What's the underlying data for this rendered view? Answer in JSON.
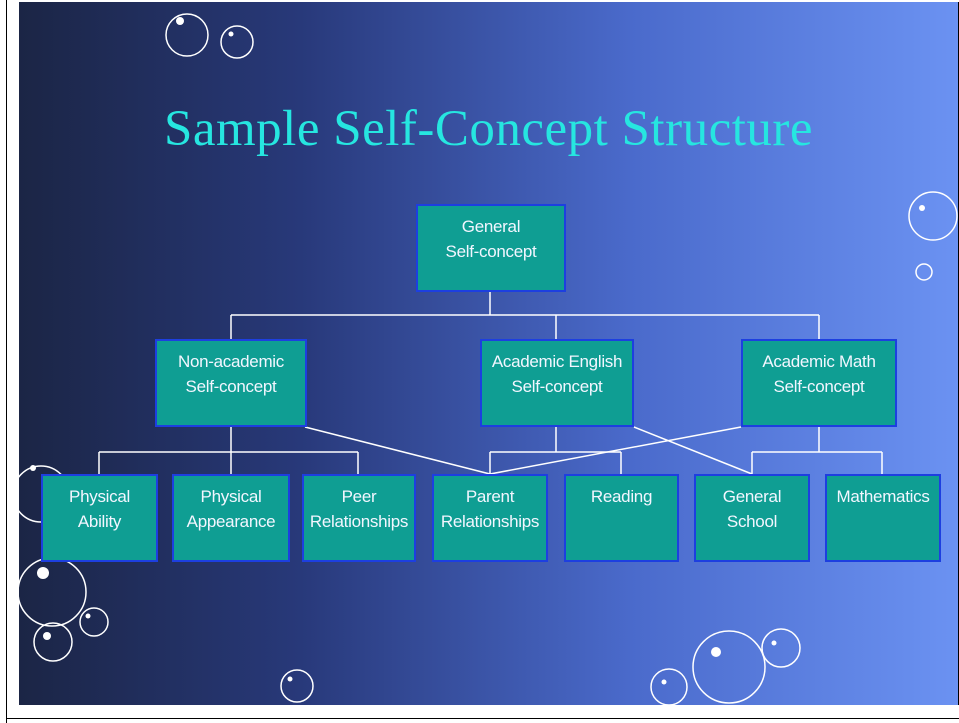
{
  "title": "Sample Self-Concept Structure",
  "diagram": {
    "root": {
      "line1": "General",
      "line2": "Self-concept"
    },
    "level2": [
      {
        "line1": "Non-academic",
        "line2": "Self-concept"
      },
      {
        "line1": "Academic English",
        "line2": "Self-concept"
      },
      {
        "line1": "Academic Math",
        "line2": "Self-concept"
      }
    ],
    "level3": [
      {
        "line1": "Physical",
        "line2": "Ability"
      },
      {
        "line1": "Physical",
        "line2": "Appearance"
      },
      {
        "line1": "Peer",
        "line2": "Relationships"
      },
      {
        "line1": "Parent",
        "line2": "Relationships"
      },
      {
        "line1": "Reading",
        "line2": ""
      },
      {
        "line1": "General",
        "line2": "School"
      },
      {
        "line1": "Mathematics",
        "line2": ""
      }
    ],
    "colors": {
      "node_fill": "#0f9e93",
      "node_border": "#1d3fe0",
      "title": "#26e6e0",
      "connector": "#ffffff"
    }
  }
}
